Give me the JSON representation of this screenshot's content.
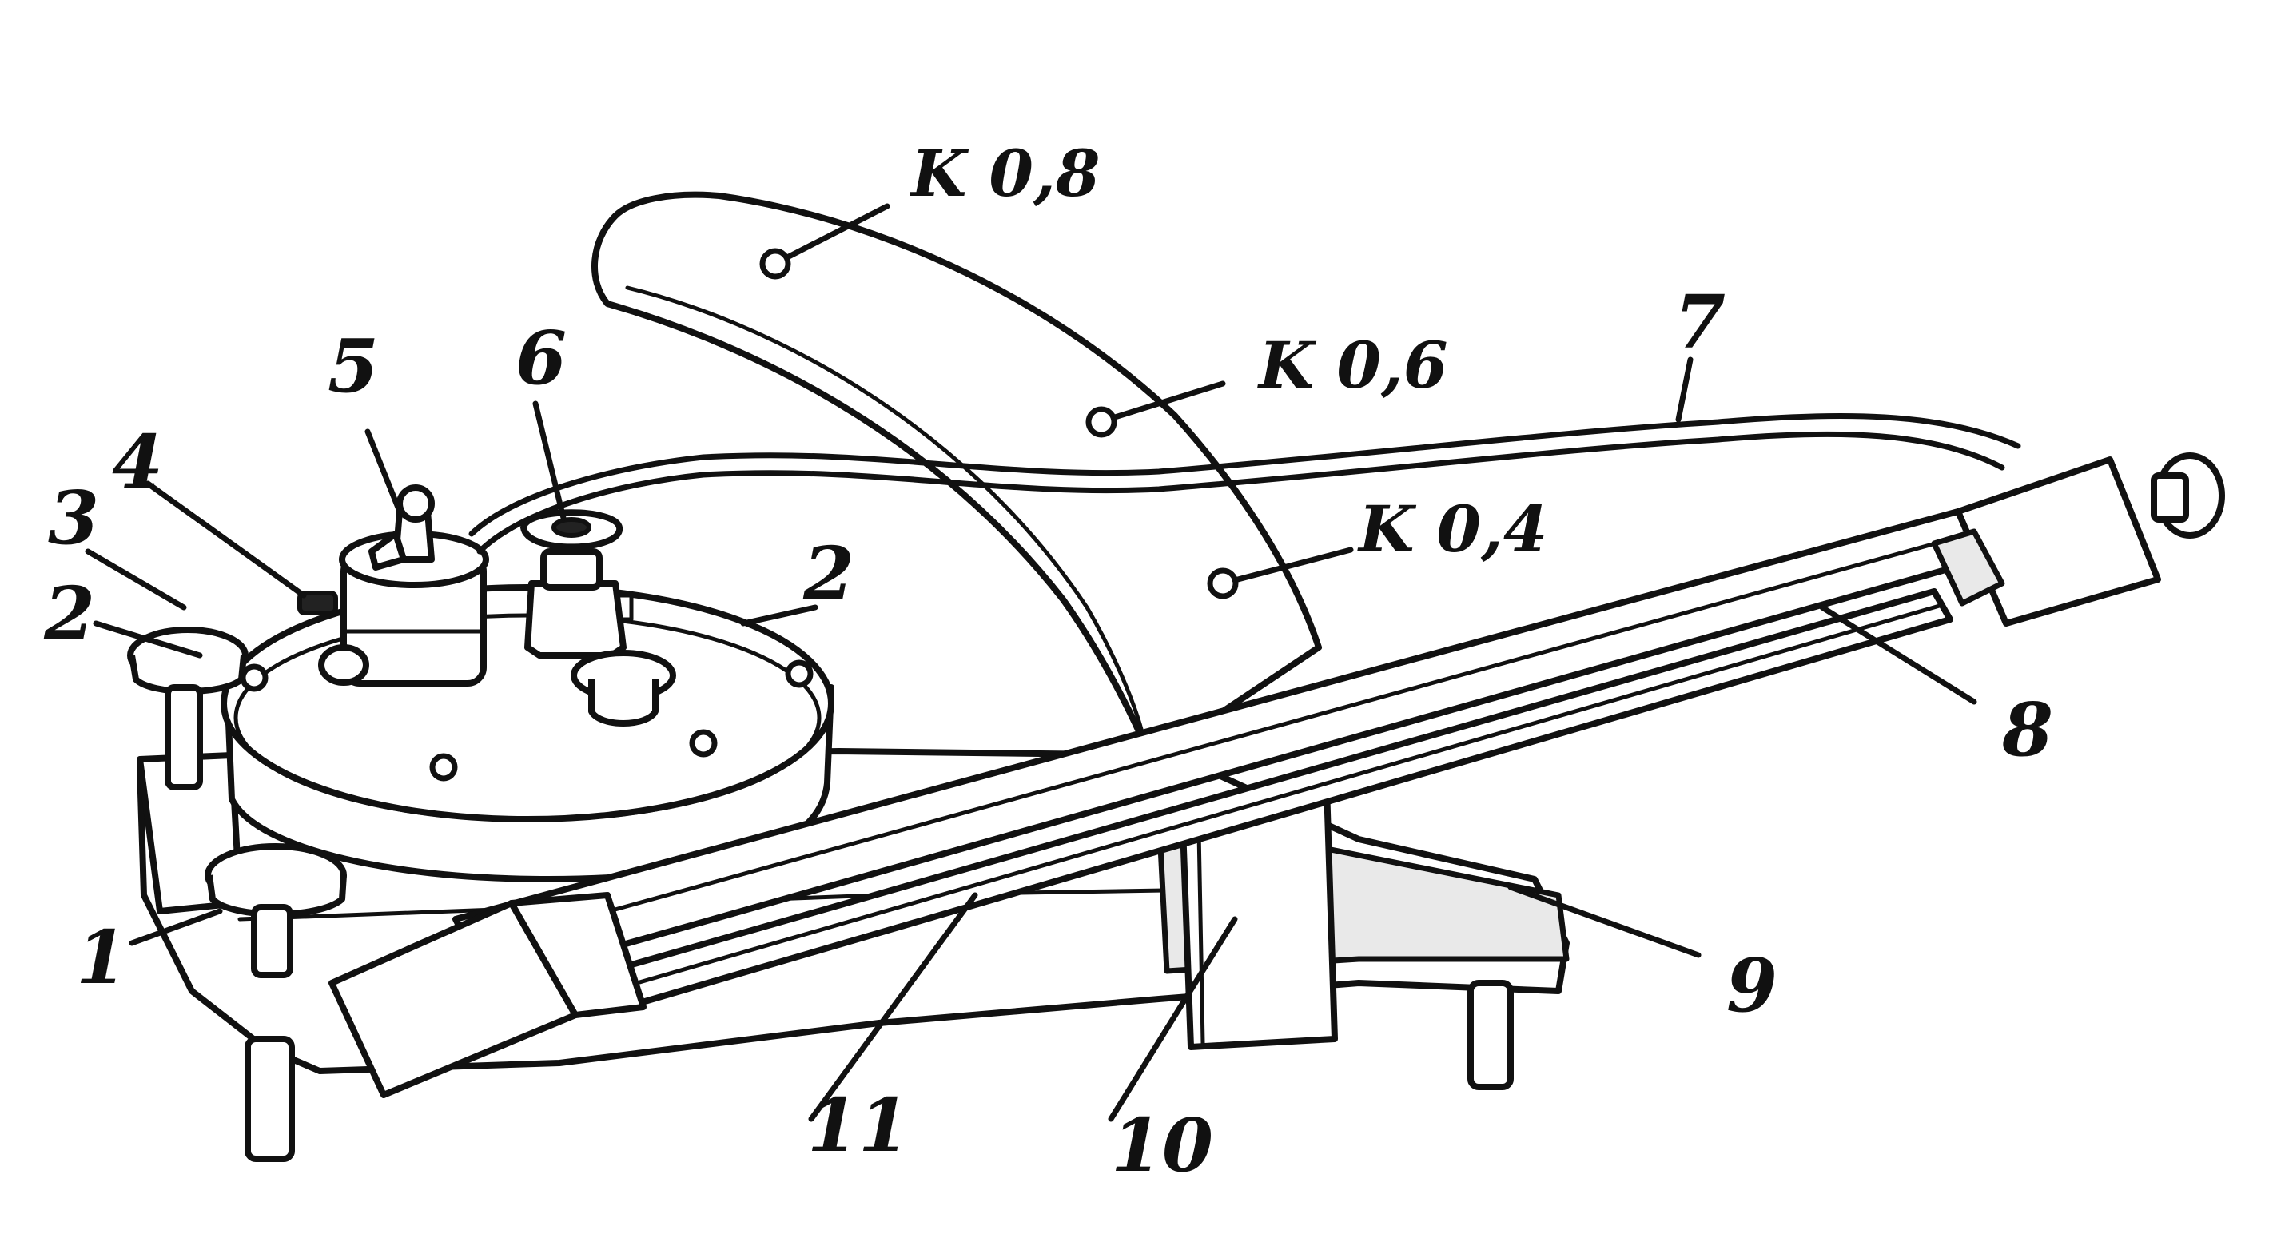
{
  "labels": {
    "l1": "1",
    "l2a": "2",
    "l2b": "2",
    "l3": "3",
    "l4": "4",
    "l5": "5",
    "l6": "6",
    "l7": "7",
    "l8": "8",
    "l9": "9",
    "l10": "10",
    "l11": "11",
    "k08": "K 0,8",
    "k06": "K 0,6",
    "k04": "K 0,4"
  },
  "colors": {
    "ink": "#111111",
    "paper": "#ffffff"
  }
}
